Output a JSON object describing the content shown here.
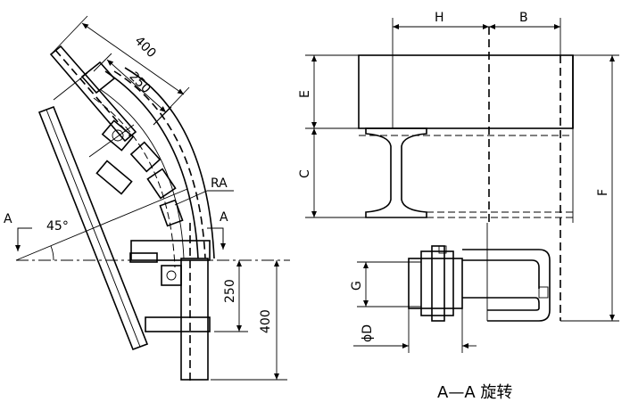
{
  "left_view": {
    "dim_400_top": "400",
    "dim_250_top": "250",
    "radius_label": "RA",
    "angle_label": "45°",
    "section_mark_left": "A",
    "section_mark_right": "A",
    "dim_250_bottom": "250",
    "dim_400_bottom": "400"
  },
  "right_view": {
    "dim_h": "H",
    "dim_b": "B",
    "dim_e": "E",
    "dim_c": "C",
    "dim_f": "F",
    "dim_g": "G",
    "dim_d": "ϕD",
    "caption": "A—A 旋转"
  }
}
